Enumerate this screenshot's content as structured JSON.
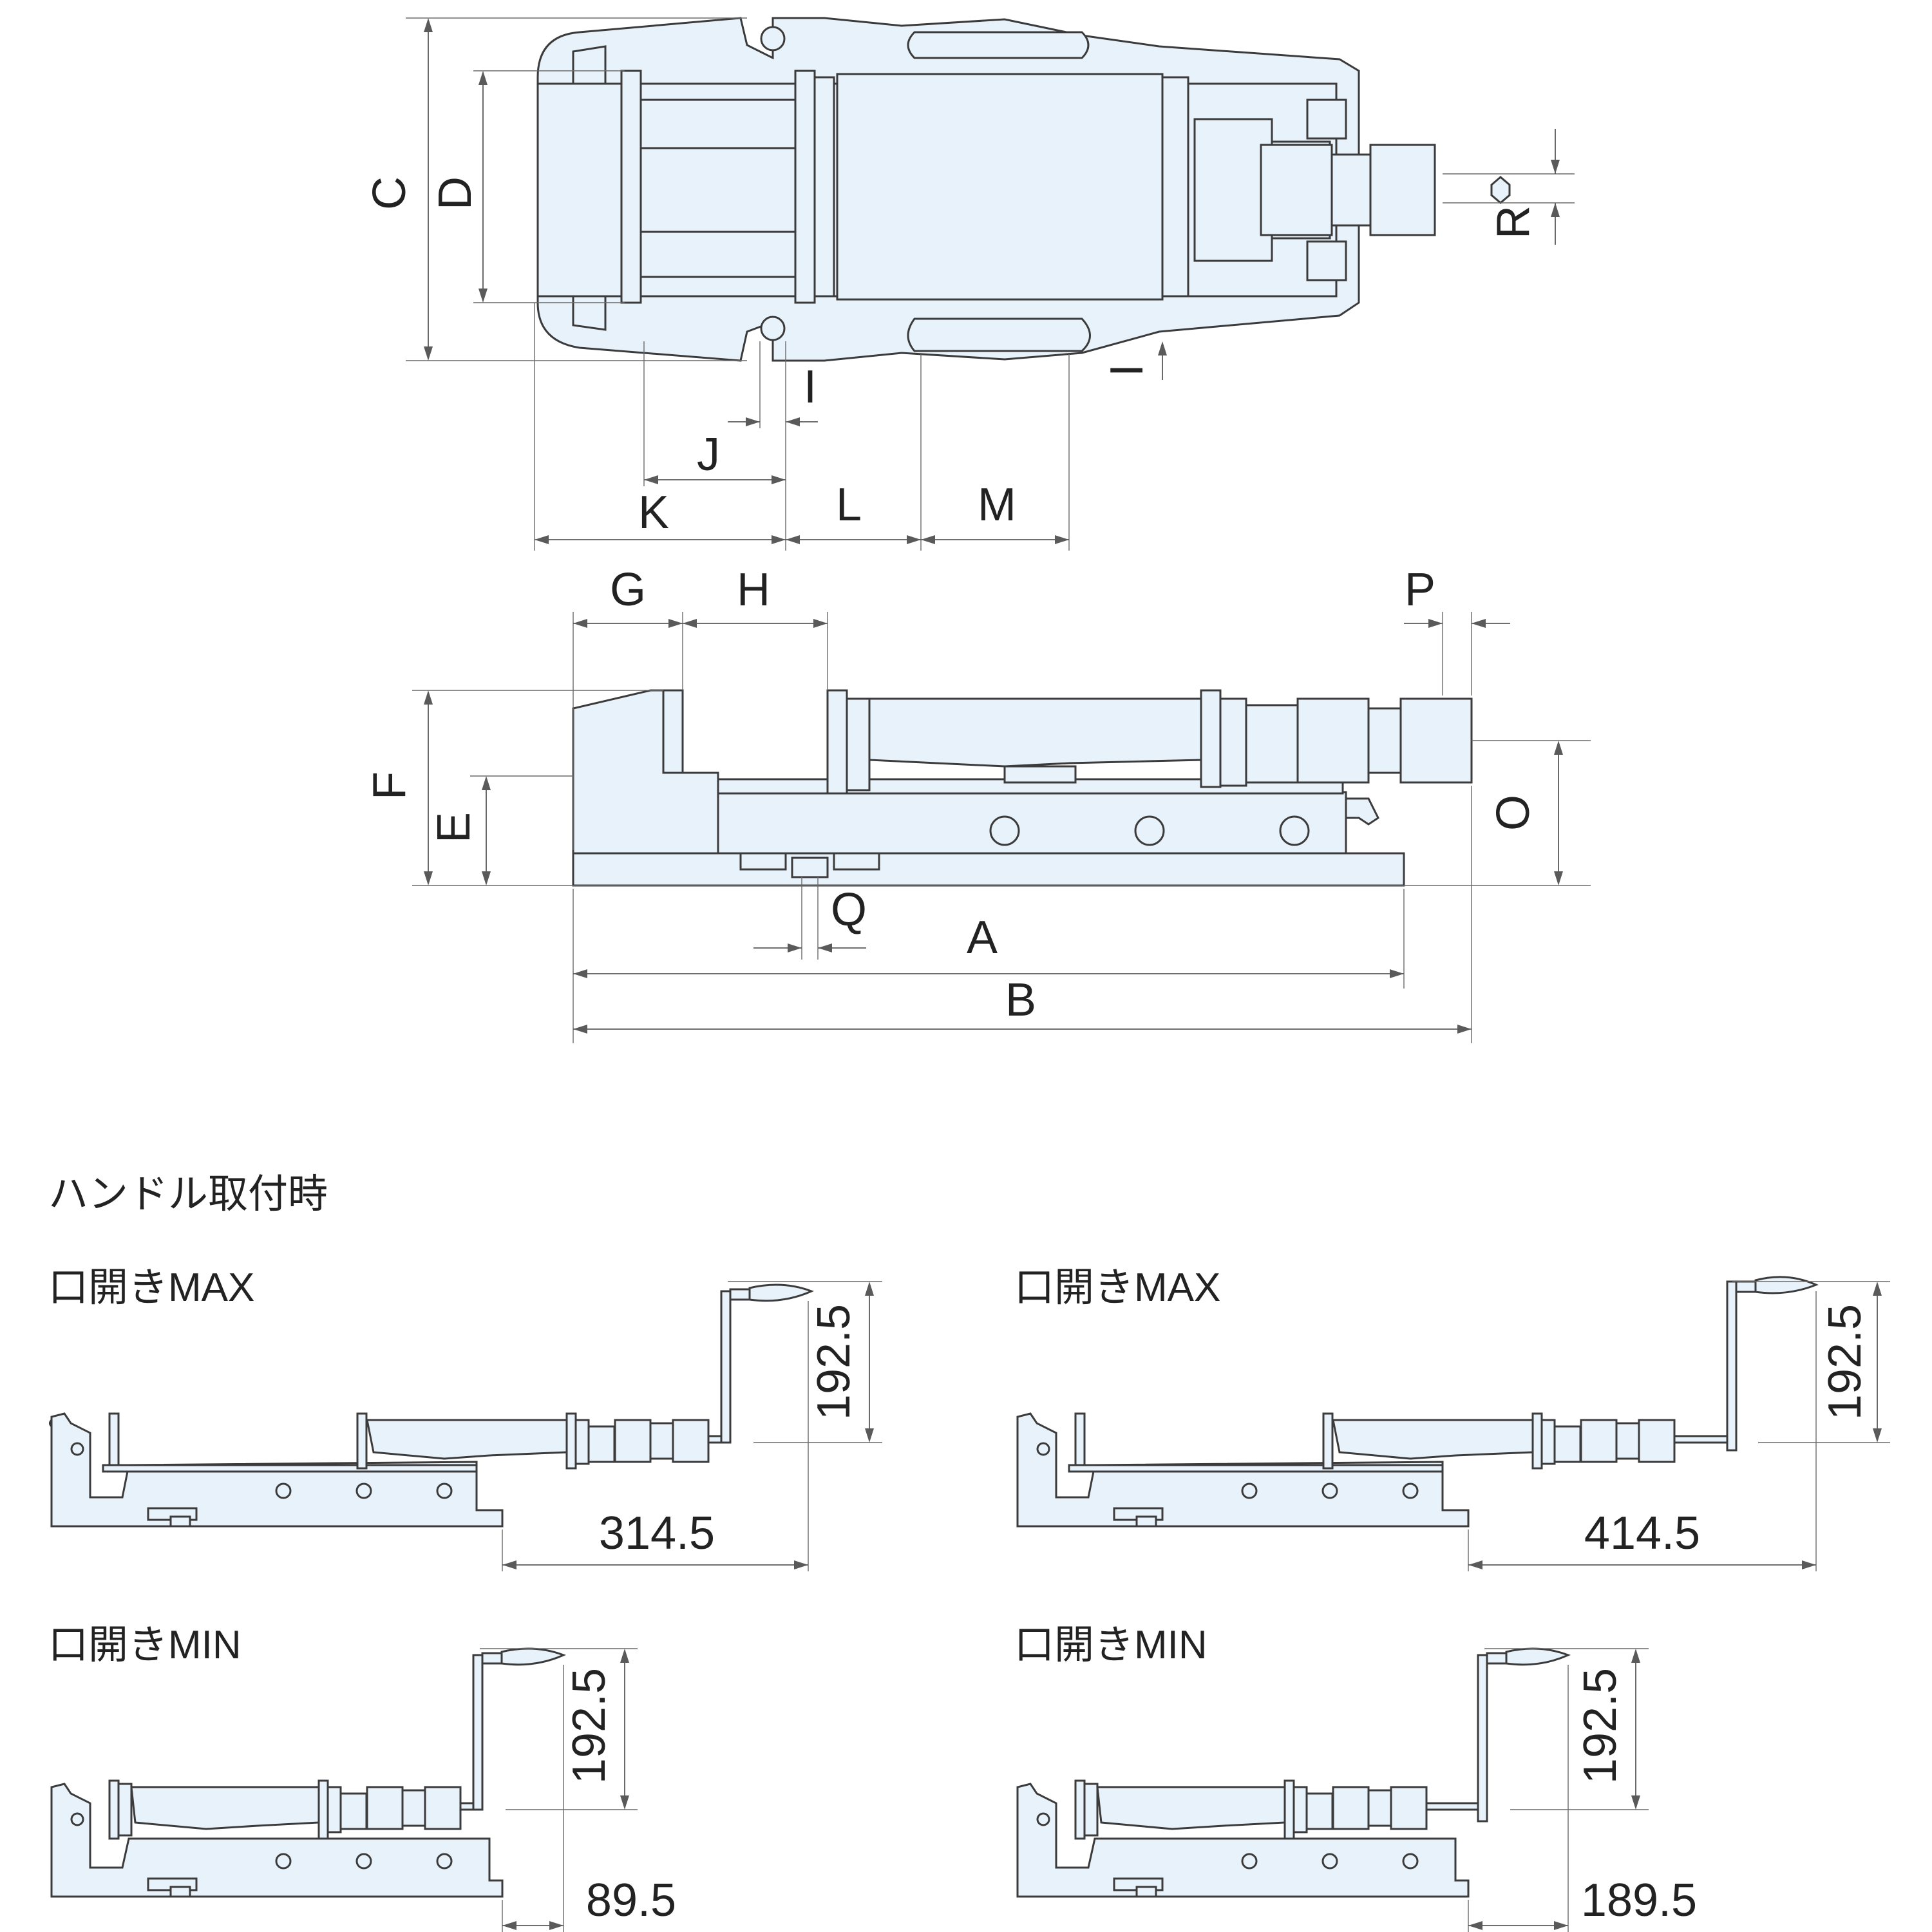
{
  "top_view": {
    "labels": {
      "C": "C",
      "D": "D",
      "I_right": "I",
      "I_bottom": "I",
      "J": "J",
      "K": "K",
      "L": "L",
      "M": "M",
      "R": "R"
    }
  },
  "side_view": {
    "labels": {
      "G": "G",
      "H": "H",
      "P": "P",
      "F": "F",
      "E": "E",
      "O": "O",
      "Q": "Q",
      "A": "A",
      "B": "B"
    }
  },
  "handle_section": {
    "title": "ハンドル取付時",
    "panels": [
      {
        "caption": "口開きMAX",
        "height_dim": "192.5",
        "length_dim": "314.5"
      },
      {
        "caption": "口開きMAX",
        "height_dim": "192.5",
        "length_dim": "414.5"
      },
      {
        "caption": "口開きMIN",
        "height_dim": "192.5",
        "length_dim": "89.5"
      },
      {
        "caption": "口開きMIN",
        "height_dim": "192.5",
        "length_dim": "189.5"
      }
    ]
  },
  "colors": {
    "fill": "#e8f2fa",
    "stroke": "#3b3b3b",
    "dimension": "#5a5a5a"
  }
}
